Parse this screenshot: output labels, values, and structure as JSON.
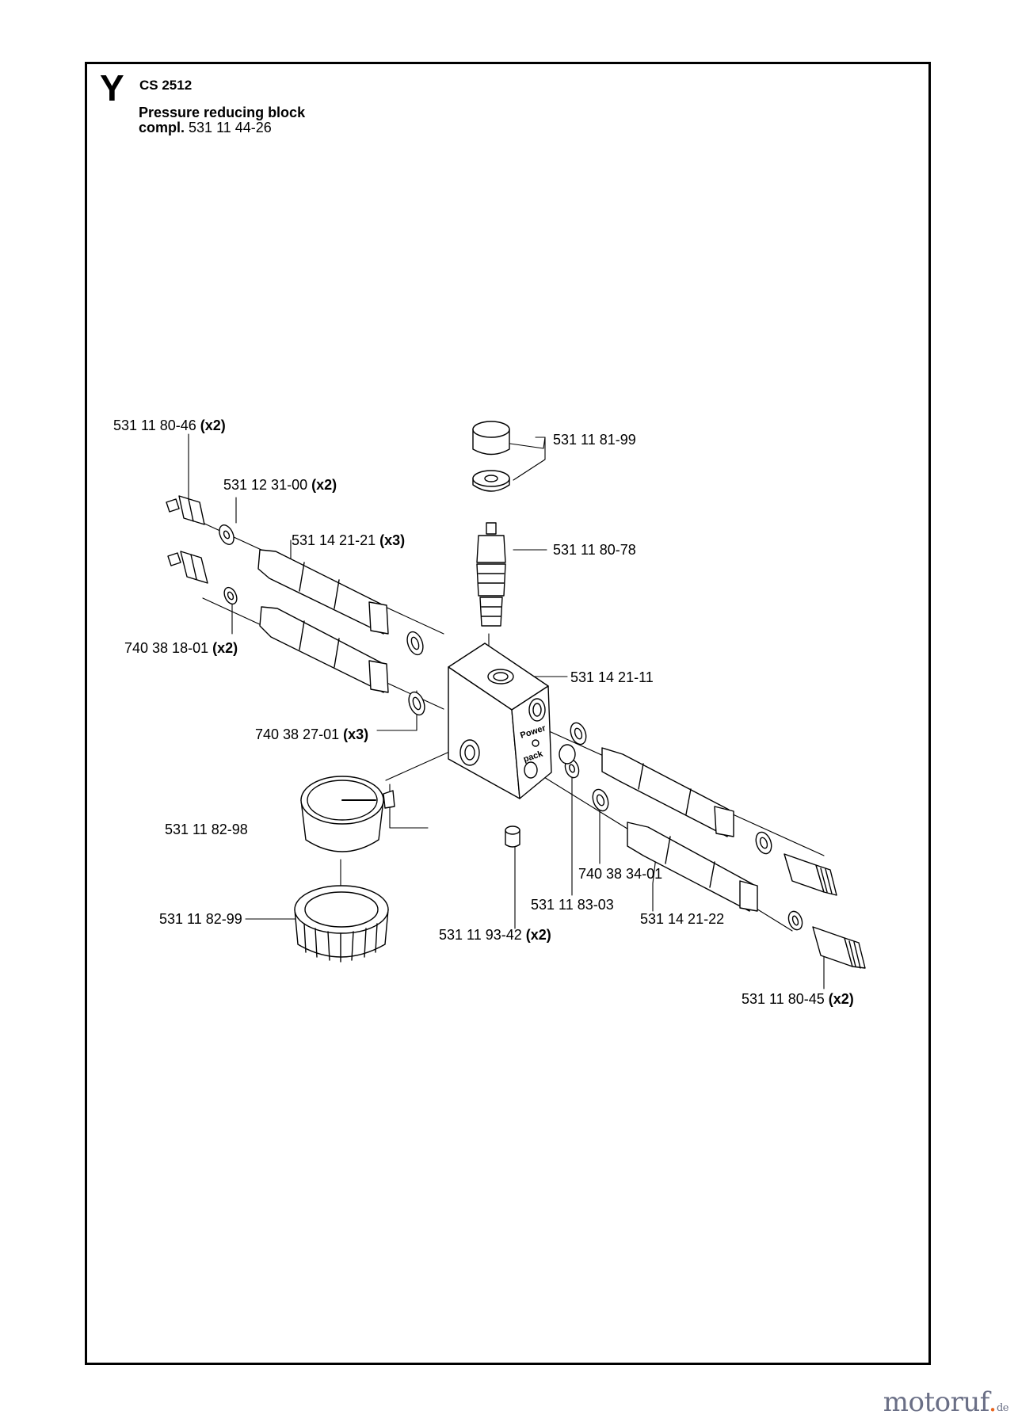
{
  "header": {
    "section_letter": "Y",
    "model": "CS 2512",
    "title": "Pressure reducing block",
    "compl_label": "compl.",
    "compl_part": "531 11 44-26"
  },
  "labels": {
    "p_531_11_80_46": {
      "part": "531 11 80-46",
      "qty": "(x2)"
    },
    "p_531_12_31_00": {
      "part": "531 12 31-00",
      "qty": "(x2)"
    },
    "p_531_14_21_21": {
      "part": "531 14 21-21",
      "qty": "(x3)"
    },
    "p_740_38_18_01": {
      "part": "740 38 18-01",
      "qty": "(x2)"
    },
    "p_740_38_27_01": {
      "part": "740 38 27-01",
      "qty": "(x3)"
    },
    "p_531_11_81_99": {
      "part": "531 11 81-99"
    },
    "p_531_11_80_78": {
      "part": "531 11 80-78"
    },
    "p_531_14_21_11": {
      "part": "531 14 21-11"
    },
    "p_531_11_82_98": {
      "part": "531 11 82-98"
    },
    "p_531_11_82_99": {
      "part": "531 11 82-99"
    },
    "p_740_38_34_01": {
      "part": "740 38 34-01"
    },
    "p_531_11_83_03": {
      "part": "531 11 83-03"
    },
    "p_531_14_21_22": {
      "part": "531 14 21-22"
    },
    "p_531_11_93_42": {
      "part": "531 11 93-42",
      "qty": "(x2)"
    },
    "p_531_11_80_45": {
      "part": "531 11 80-45",
      "qty": "(x2)"
    }
  },
  "block_text": {
    "line1": "Power",
    "line2": "pack"
  },
  "watermark": {
    "main": "motoruf",
    "dot": ".",
    "tld": "de"
  },
  "colors": {
    "line": "#000000",
    "shade": "#d9d9d9",
    "watermark": "#6a6f86",
    "watermark_dot": "#e9641c"
  }
}
